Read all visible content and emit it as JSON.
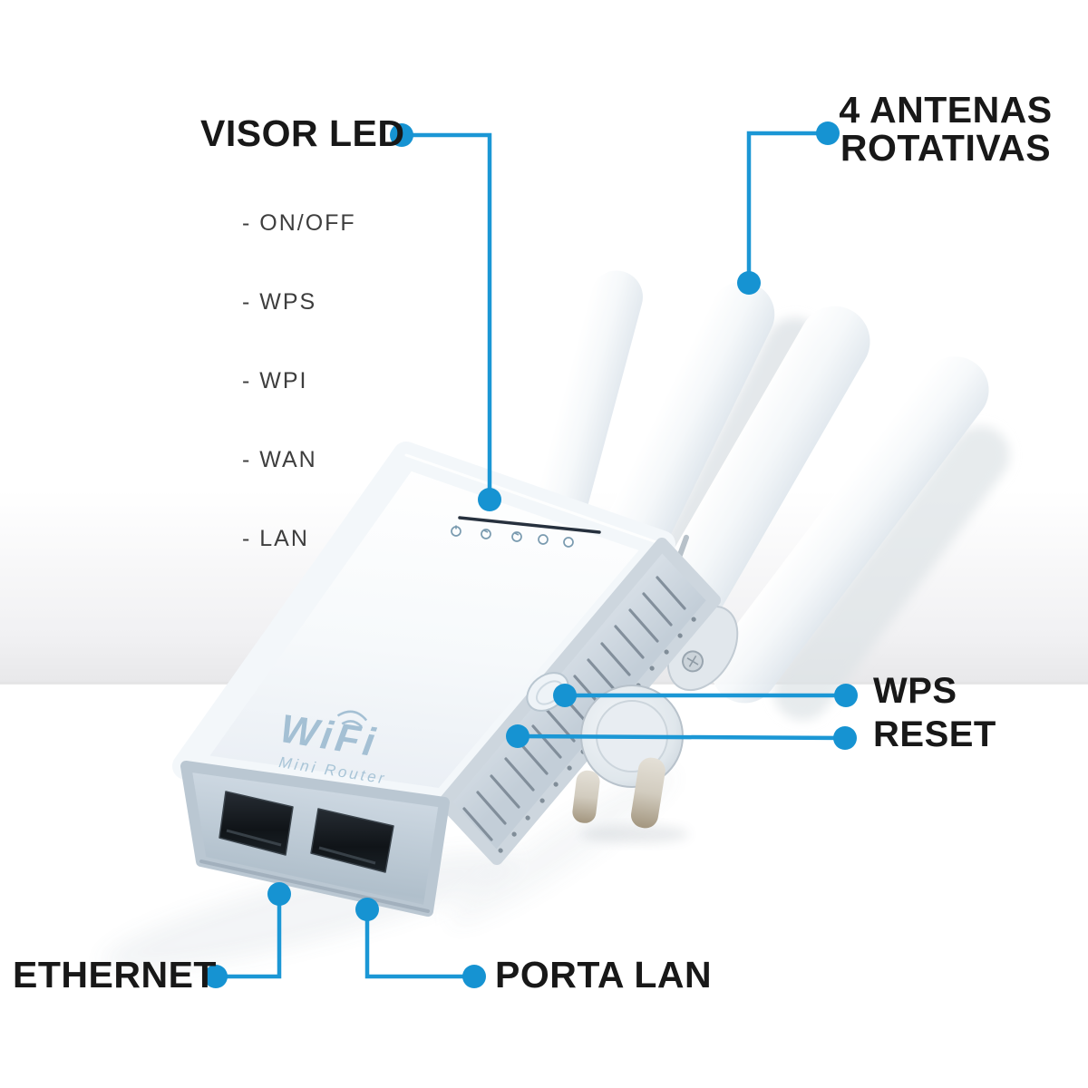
{
  "colors": {
    "accent": "#1697d4",
    "label": "#181818"
  },
  "callouts": {
    "visor_led": {
      "title": "VISOR LED",
      "items": [
        "- ON/OFF",
        "- WPS",
        "- WPI",
        "- WAN",
        "- LAN"
      ]
    },
    "antennas": {
      "line1": "4 ANTENAS",
      "line2": "ROTATIVAS"
    },
    "wps": {
      "label": "WPS"
    },
    "reset": {
      "label": "RESET"
    },
    "ethernet": {
      "label": "ETHERNET"
    },
    "porta_lan": {
      "label": "PORTA LAN"
    }
  },
  "device": {
    "brand_logo": "WiFi",
    "brand_sub": "Mini Router"
  }
}
